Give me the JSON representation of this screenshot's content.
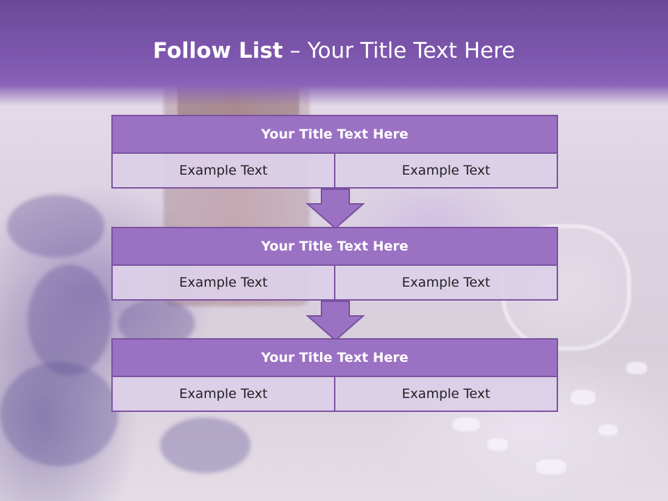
{
  "colors": {
    "header": "#7e57ae",
    "block_title_bg": "#9b72c3",
    "block_border": "#7a519f",
    "cell_bg": "#dcd0e8",
    "arrow": "#9b72c3"
  },
  "header": {
    "title_strong": "Follow List",
    "title_rest": " – Your Title Text Here"
  },
  "blocks": [
    {
      "title": "Your Title Text Here",
      "left": "Example Text",
      "right": "Example Text"
    },
    {
      "title": "Your Title Text Here",
      "left": "Example Text",
      "right": "Example Text"
    },
    {
      "title": "Your Title Text Here",
      "left": "Example Text",
      "right": "Example Text"
    }
  ],
  "icons": {
    "connector": "down-arrow-icon"
  }
}
